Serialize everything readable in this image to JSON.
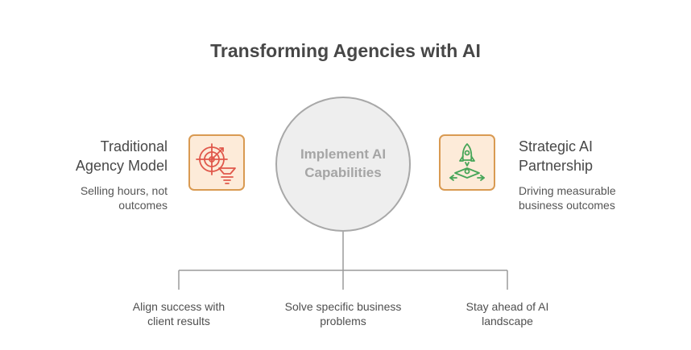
{
  "title": "Transforming Agencies with AI",
  "left": {
    "heading_lines": [
      "Traditional",
      "Agency Model"
    ],
    "sub_lines": [
      "Selling hours, not",
      "outcomes"
    ],
    "icon": "target-funnel-icon"
  },
  "center": {
    "lines": [
      "Implement AI",
      "Capabilities"
    ]
  },
  "right": {
    "heading_lines": [
      "Strategic AI",
      "Partnership"
    ],
    "sub_lines": [
      "Driving measurable",
      "business outcomes"
    ],
    "icon": "rocket-launch-icon"
  },
  "outcomes": [
    {
      "lines": [
        "Align success with",
        "client results"
      ]
    },
    {
      "lines": [
        "Solve specific business",
        "problems"
      ]
    },
    {
      "lines": [
        "Stay ahead of AI",
        "landscape"
      ]
    }
  ],
  "colors": {
    "icon_box_fill": "#fdebd9",
    "icon_box_border": "#d99a52",
    "left_icon_stroke": "#e0584b",
    "right_icon_stroke": "#46a558",
    "circle_fill": "#eeeeee",
    "circle_border": "#a8a8a8",
    "connector": "#9a9a9a"
  }
}
